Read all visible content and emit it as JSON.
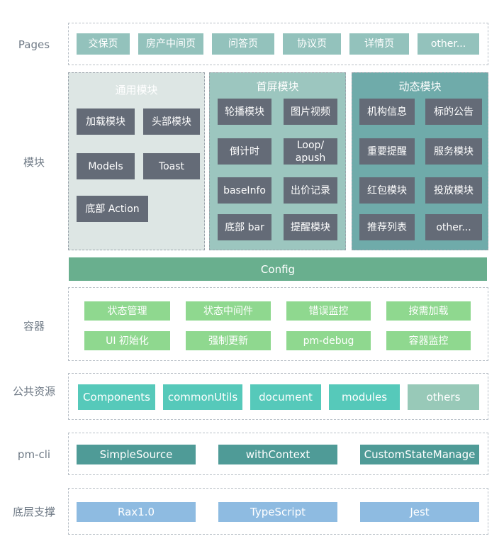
{
  "rows": {
    "pages": "Pages",
    "modules": "模块",
    "container": "容器",
    "public": "公共资源",
    "cli": "pm-cli",
    "base": "底层支撑"
  },
  "pages": [
    "交保页",
    "房产中间页",
    "问答页",
    "协议页",
    "详情页",
    "other..."
  ],
  "general": {
    "title": "通用模块",
    "items": [
      "加载模块",
      "头部模块",
      "Models",
      "Toast",
      "底部 Action"
    ]
  },
  "firstscreen": {
    "title": "首屏模块",
    "items": [
      "轮播模块",
      "图片视频",
      "倒计时",
      "Loop/\napush",
      "baseInfo",
      "出价记录",
      "底部 bar",
      "提醒模块"
    ]
  },
  "dynamic": {
    "title": "动态模块",
    "items": [
      "机构信息",
      "标的公告",
      "重要提醒",
      "服务模块",
      "红包模块",
      "投放模块",
      "推荐列表",
      "other..."
    ]
  },
  "config": "Config",
  "container": [
    "状态管理",
    "状态中间件",
    "错误监控",
    "按需加载",
    "UI 初始化",
    "强制更新",
    "pm-debug",
    "容器监控"
  ],
  "public": [
    "Components",
    "commonUtils",
    "document",
    "modules",
    "others"
  ],
  "cli": [
    "SimpleSource",
    "withContext",
    "CustomStateManage"
  ],
  "base": [
    "Rax1.0",
    "TypeScript",
    "Jest"
  ],
  "colors": {
    "page_box": "#93c2bc",
    "dark_box": "#646b77",
    "green_box": "#8fd88f",
    "teal_box": "#56c9ba",
    "blue_box": "#8ebbe1",
    "config": "#69af8e",
    "panel_general": "#dde6e4",
    "panel_firstscreen": "#9cc6bf",
    "panel_dynamic": "#6fabaa"
  }
}
